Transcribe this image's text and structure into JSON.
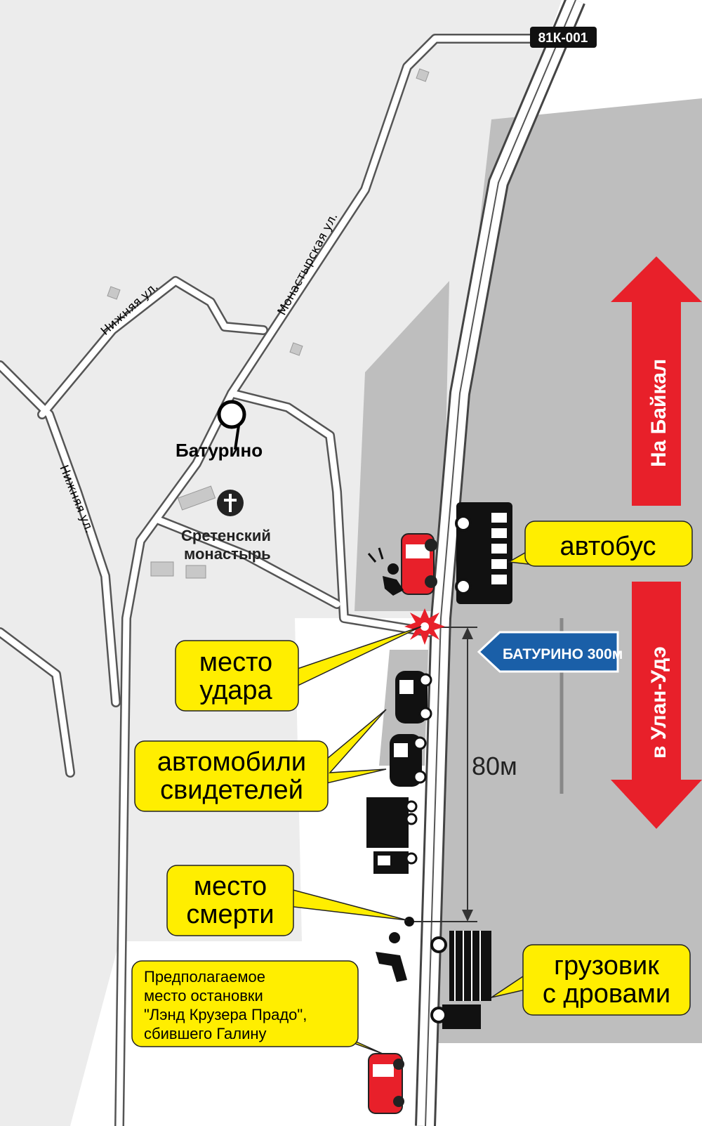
{
  "map": {
    "road_sign_top": "81К-001",
    "village_label": "Батурино",
    "monastery_label_line1": "Сретенский",
    "monastery_label_line2": "монастырь",
    "streets": {
      "monastyrskaya": "Монастырская ул.",
      "nizhnyaya_top": "Нижняя ул.",
      "nizhnyaya_left": "Нижняя ул."
    },
    "direction_up": "На Байкал",
    "direction_down": "в Улан-Удэ",
    "road_sign_distance": "БАТУРИНО 300м",
    "distance_label": "80м",
    "callouts": {
      "bus": "автобус",
      "impact_line1": "место",
      "impact_line2": "удара",
      "witnesses_line1": "автомобили",
      "witnesses_line2": "свидетелей",
      "death_line1": "место",
      "death_line2": "смерти",
      "truck_line1": "грузовик",
      "truck_line2": "с дровами",
      "prado_line1": "Предполагаемое",
      "prado_line2": "место  остановки",
      "prado_line3": "\"Лэнд Крузера Прадо\",",
      "prado_line4": "сбившего Галину"
    },
    "colors": {
      "arrow_red": "#e8202a",
      "callout_yellow": "#ffee00",
      "sign_blue": "#1a5fa8",
      "field_gray": "#bfbfbf",
      "area_light": "#ececec"
    }
  }
}
